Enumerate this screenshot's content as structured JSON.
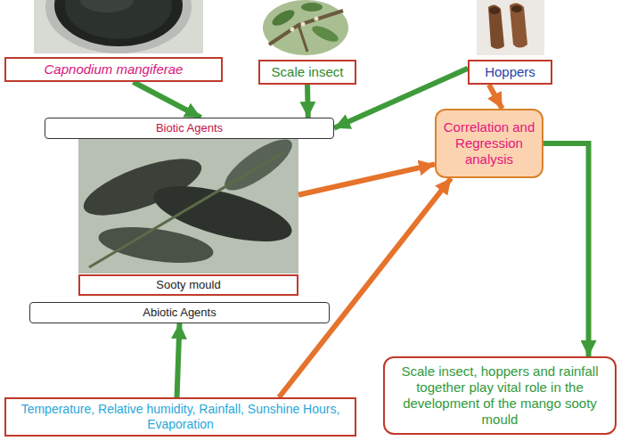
{
  "diagram": {
    "nodes": [
      {
        "text": [
          "Capnodium mangiferae"
        ]
      },
      {
        "text": [
          "Scale insect"
        ]
      },
      {
        "text": [
          "Hoppers"
        ]
      },
      {
        "text": [
          "Biotic Agents"
        ]
      },
      {
        "text": [
          "Correlation and Regression analysis"
        ]
      },
      {
        "text": [
          "Sooty mould"
        ]
      },
      {
        "text": [
          "Abiotic Agents"
        ]
      },
      {
        "text": [
          "Scale insect, hoppers and rainfall together play vital role in the development of the mango sooty mould"
        ]
      },
      {
        "text": [
          "Temperature, Relative humidity, Rainfall, Sunshine Hours, Evaporation"
        ]
      }
    ],
    "edges": [
      {
        "from": 0,
        "to": 3,
        "arrow": "to"
      },
      {
        "from": 1,
        "to": 3,
        "arrow": "to"
      },
      {
        "from": 2,
        "to": 3,
        "arrow": "to"
      },
      {
        "from": 2,
        "to": 4,
        "arrow": "to"
      },
      {
        "from": 5,
        "to": 4,
        "arrow": "to"
      },
      {
        "from": 8,
        "to": 6,
        "arrow": "to"
      },
      {
        "from": 8,
        "to": 4,
        "arrow": "to"
      },
      {
        "from": 4,
        "to": 7,
        "arrow": "to"
      }
    ]
  }
}
